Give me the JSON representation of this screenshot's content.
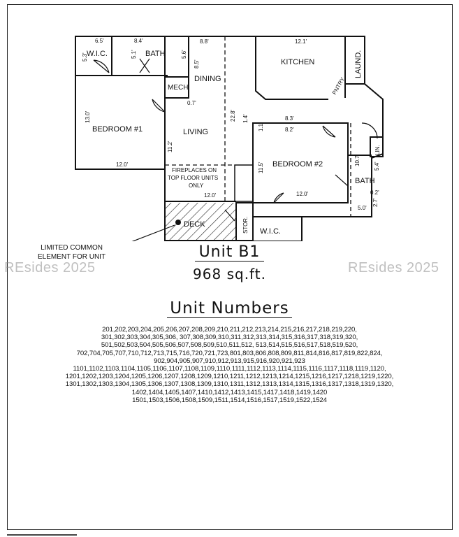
{
  "rooms": {
    "wic_top": "W.I.C.",
    "bath_top": "BATH",
    "kitchen": "KITCHEN",
    "laund": "LAUND.",
    "pantry": "PNTRY",
    "mech": "MECH",
    "dining": "DINING",
    "bedroom1": "BEDROOM #1",
    "living": "LIVING",
    "bedroom2": "BEDROOM #2",
    "lin": "LIN.",
    "bath_right": "BATH",
    "deck": "DECK",
    "stor": "STOR.",
    "wic_bottom": "W.I.C."
  },
  "fireplace_note": [
    "FIREPLACES ON",
    "TOP FLOOR UNITS",
    "ONLY"
  ],
  "dimensions": {
    "wic_w": "6.5'",
    "wic_h": "5.3'",
    "bath_w": "8.4'",
    "bath_h1": "5.1'",
    "bath_h2": "5.6'",
    "dining_w": "8.8'",
    "dining_h": "8.5'",
    "kitchen_w": "12.1'",
    "mech": "0.7'",
    "bed1_h": "13.0'",
    "bed1_w": "12.0'",
    "living_h": "22.8'",
    "living_w1": "11.2'",
    "living_w2": "12.0'",
    "hall_a": "1.4'",
    "hall_b": "1.1'",
    "bed2_top1": "8.3'",
    "bed2_top2": "8.2'",
    "bed2_h": "11.5'",
    "bed2_w": "12.0'",
    "bath2_h": "10.7'",
    "bath2_h2": "5.4'",
    "bath2_a": "0.2'",
    "bath2_b": "2.7'",
    "bath2_w": "5.0'"
  },
  "limited_common": [
    "LIMITED COMMON",
    "ELEMENT FOR UNIT"
  ],
  "unit_title": "Unit B1",
  "sqft": "968 sq.ft.",
  "watermark": "REsides 2025",
  "unit_numbers_title": "Unit Numbers",
  "unit_numbers": [
    "201,202,203,204,205,206,207,208,209,210,211,212,213,214,215,216,217,218,219,220,",
    "301,302,303,304,305,306, 307,308,309,310,311,312,313,314,315,316,317,318,319,320,",
    "501,502,503,504,505,506,507,508,509,510,511,512, 513,514,515,516,517,518,519,520,",
    "702,704,705,707,710,712,713,715,716,720,721,723,801,803,806,808,809,811,814,816,817,819,822,824,",
    "902,904,905,907,910,912,913,915,916,920,921,923",
    "1101,1102,1103,1104,1105,1106,1107,1108,1109,1110,1111,1112,1113,1114,1115,1116,1117,1118,1119,1120,",
    "1201,1202,1203,1204,1205,1206,1207,1208,1209,1210,1211,1212,1213,1214,1215,1216,1217,1218,1219,1220,",
    "1301,1302,1303,1304,1305,1306,1307,1308,1309,1310,1311,1312,1313,1314,1315,1316,1317,1318,1319,1320,",
    "1402,1404,1405,1407,1410,1412,1413,1415,1417,1418,1419,1420",
    "1501,1503,1506,1508,1509,1511,1514,1516,1517,1519,1522,1524"
  ]
}
